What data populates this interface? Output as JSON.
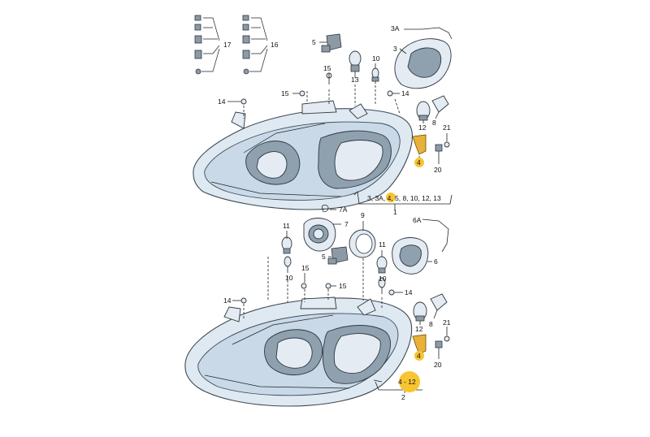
{
  "diagram": {
    "accent_color": "#f7c531",
    "bracket_color": "#e8b23a",
    "labels": {
      "l17": "17",
      "l16": "16",
      "l5a": "5",
      "l3A": "3A",
      "l3": "3",
      "l15a": "15",
      "l10a": "10",
      "l13": "13",
      "l15b": "15",
      "l14a": "14",
      "l14b": "14",
      "l12a": "12",
      "l8a": "8",
      "l21a": "21",
      "l4a": "4",
      "l20a": "20",
      "group1": "3, 3A, 4, 5, 8, 10, 12, 13",
      "l1": "1",
      "l7A": "7A",
      "l9": "9",
      "l6A": "6A",
      "l11a": "11",
      "l7": "7",
      "l11b": "11",
      "l15c": "15",
      "l5b": "5",
      "l6": "6",
      "l10b": "10",
      "l15d": "15",
      "l10c": "10",
      "l14c": "14",
      "l14d": "14",
      "l12b": "12",
      "l8b": "8",
      "l21b": "21",
      "l4b": "4",
      "l20b": "20",
      "group2": "4 - 12",
      "l2": "2"
    }
  }
}
